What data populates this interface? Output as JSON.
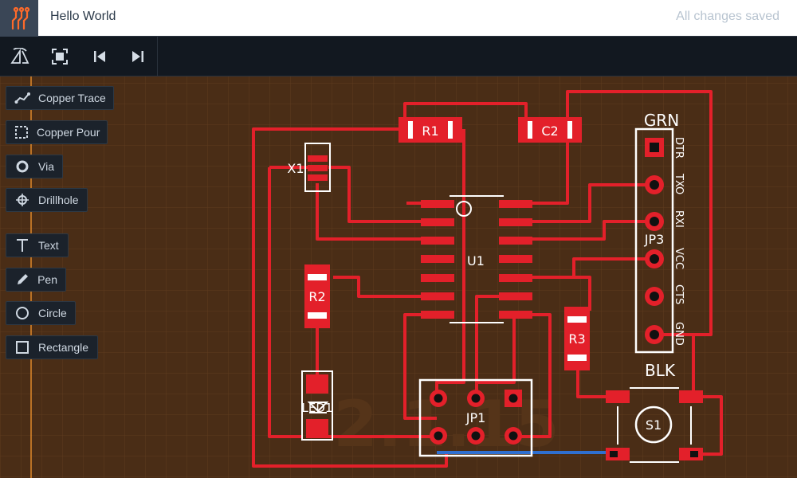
{
  "app": {
    "title": "Hello World",
    "save_status": "All changes saved"
  },
  "toolbar": {
    "buttons": [
      {
        "name": "flip-board-button",
        "icon": "flip-board-icon"
      },
      {
        "name": "fit-view-button",
        "icon": "fit-view-icon"
      },
      {
        "name": "previous-button",
        "icon": "skip-previous-icon"
      },
      {
        "name": "next-button",
        "icon": "skip-next-icon"
      }
    ]
  },
  "tools": [
    {
      "label": "Copper Trace",
      "icon": "copper-trace-icon"
    },
    {
      "label": "Copper Pour",
      "icon": "copper-pour-icon"
    },
    {
      "label": "Via",
      "icon": "via-icon"
    },
    {
      "label": "Drillhole",
      "icon": "drillhole-icon"
    },
    {
      "label": "Text",
      "icon": "text-icon"
    },
    {
      "label": "Pen",
      "icon": "pen-icon"
    },
    {
      "label": "Circle",
      "icon": "circle-icon"
    },
    {
      "label": "Rectangle",
      "icon": "rectangle-icon"
    }
  ],
  "board": {
    "watermark": "2.1.15",
    "components": {
      "r1": "R1",
      "c2": "C2",
      "x1": "X1",
      "u1": "U1",
      "r2": "R2",
      "r3": "R3",
      "jp1": "JP1",
      "jp3": "JP3",
      "s1": "S1",
      "led1": "LED1"
    },
    "header_labels": {
      "top": "GRN",
      "bottom": "BLK",
      "pins": [
        "DTR",
        "TXO",
        "RXI",
        "VCC",
        "CTS",
        "GND"
      ]
    },
    "colors": {
      "background": "#4a2d16",
      "grid": "#6a4526",
      "copper": "#e3202a",
      "silkscreen": "#ffffff",
      "pad": "#111111",
      "bottom_trace": "#2f6fd0",
      "board_edge": "#e08a2a"
    }
  }
}
